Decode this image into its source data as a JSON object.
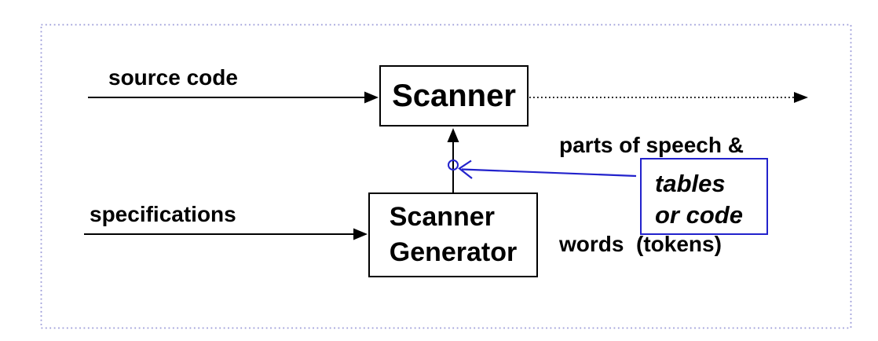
{
  "labels": {
    "source_code": "source code",
    "specifications": "specifications",
    "output_line1": "parts of speech &",
    "output_line2": "words  (tokens)"
  },
  "boxes": {
    "scanner": {
      "label": "Scanner"
    },
    "scanner_generator": {
      "line1": "Scanner",
      "line2": "Generator"
    },
    "tables_or_code": {
      "line1": "tables",
      "line2": "or code"
    }
  },
  "colors": {
    "annotation_blue": "#2222cc",
    "frame_dots": "#9a9ad8",
    "diagram_black": "#000000",
    "background": "#ffffff"
  }
}
